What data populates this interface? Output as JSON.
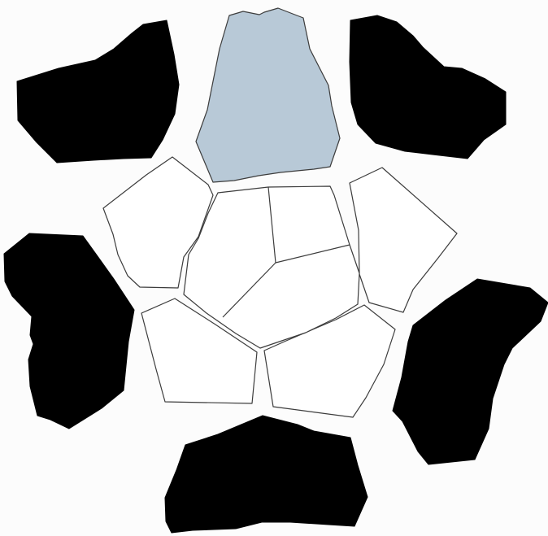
{
  "diagram": {
    "pieces": [
      {
        "id": "top-center-piece",
        "kind": "highlight"
      },
      {
        "id": "top-left-piece",
        "kind": "dark"
      },
      {
        "id": "top-right-piece",
        "kind": "dark"
      },
      {
        "id": "middle-left-piece",
        "kind": "dark"
      },
      {
        "id": "middle-right-piece",
        "kind": "dark"
      },
      {
        "id": "bottom-center-piece",
        "kind": "dark"
      },
      {
        "id": "upper-left-pentagon",
        "kind": "light"
      },
      {
        "id": "upper-right-pentagon",
        "kind": "light"
      },
      {
        "id": "lower-left-pentagon",
        "kind": "light"
      },
      {
        "id": "lower-right-pentagon",
        "kind": "light"
      },
      {
        "id": "center-pentagon",
        "kind": "light"
      }
    ],
    "colors": {
      "background": "#fcfcfc",
      "dark_piece": "#000000",
      "light_piece": "#ffffff",
      "highlight_piece": "#b8c9d7",
      "outline": "#3c3c3c"
    }
  }
}
